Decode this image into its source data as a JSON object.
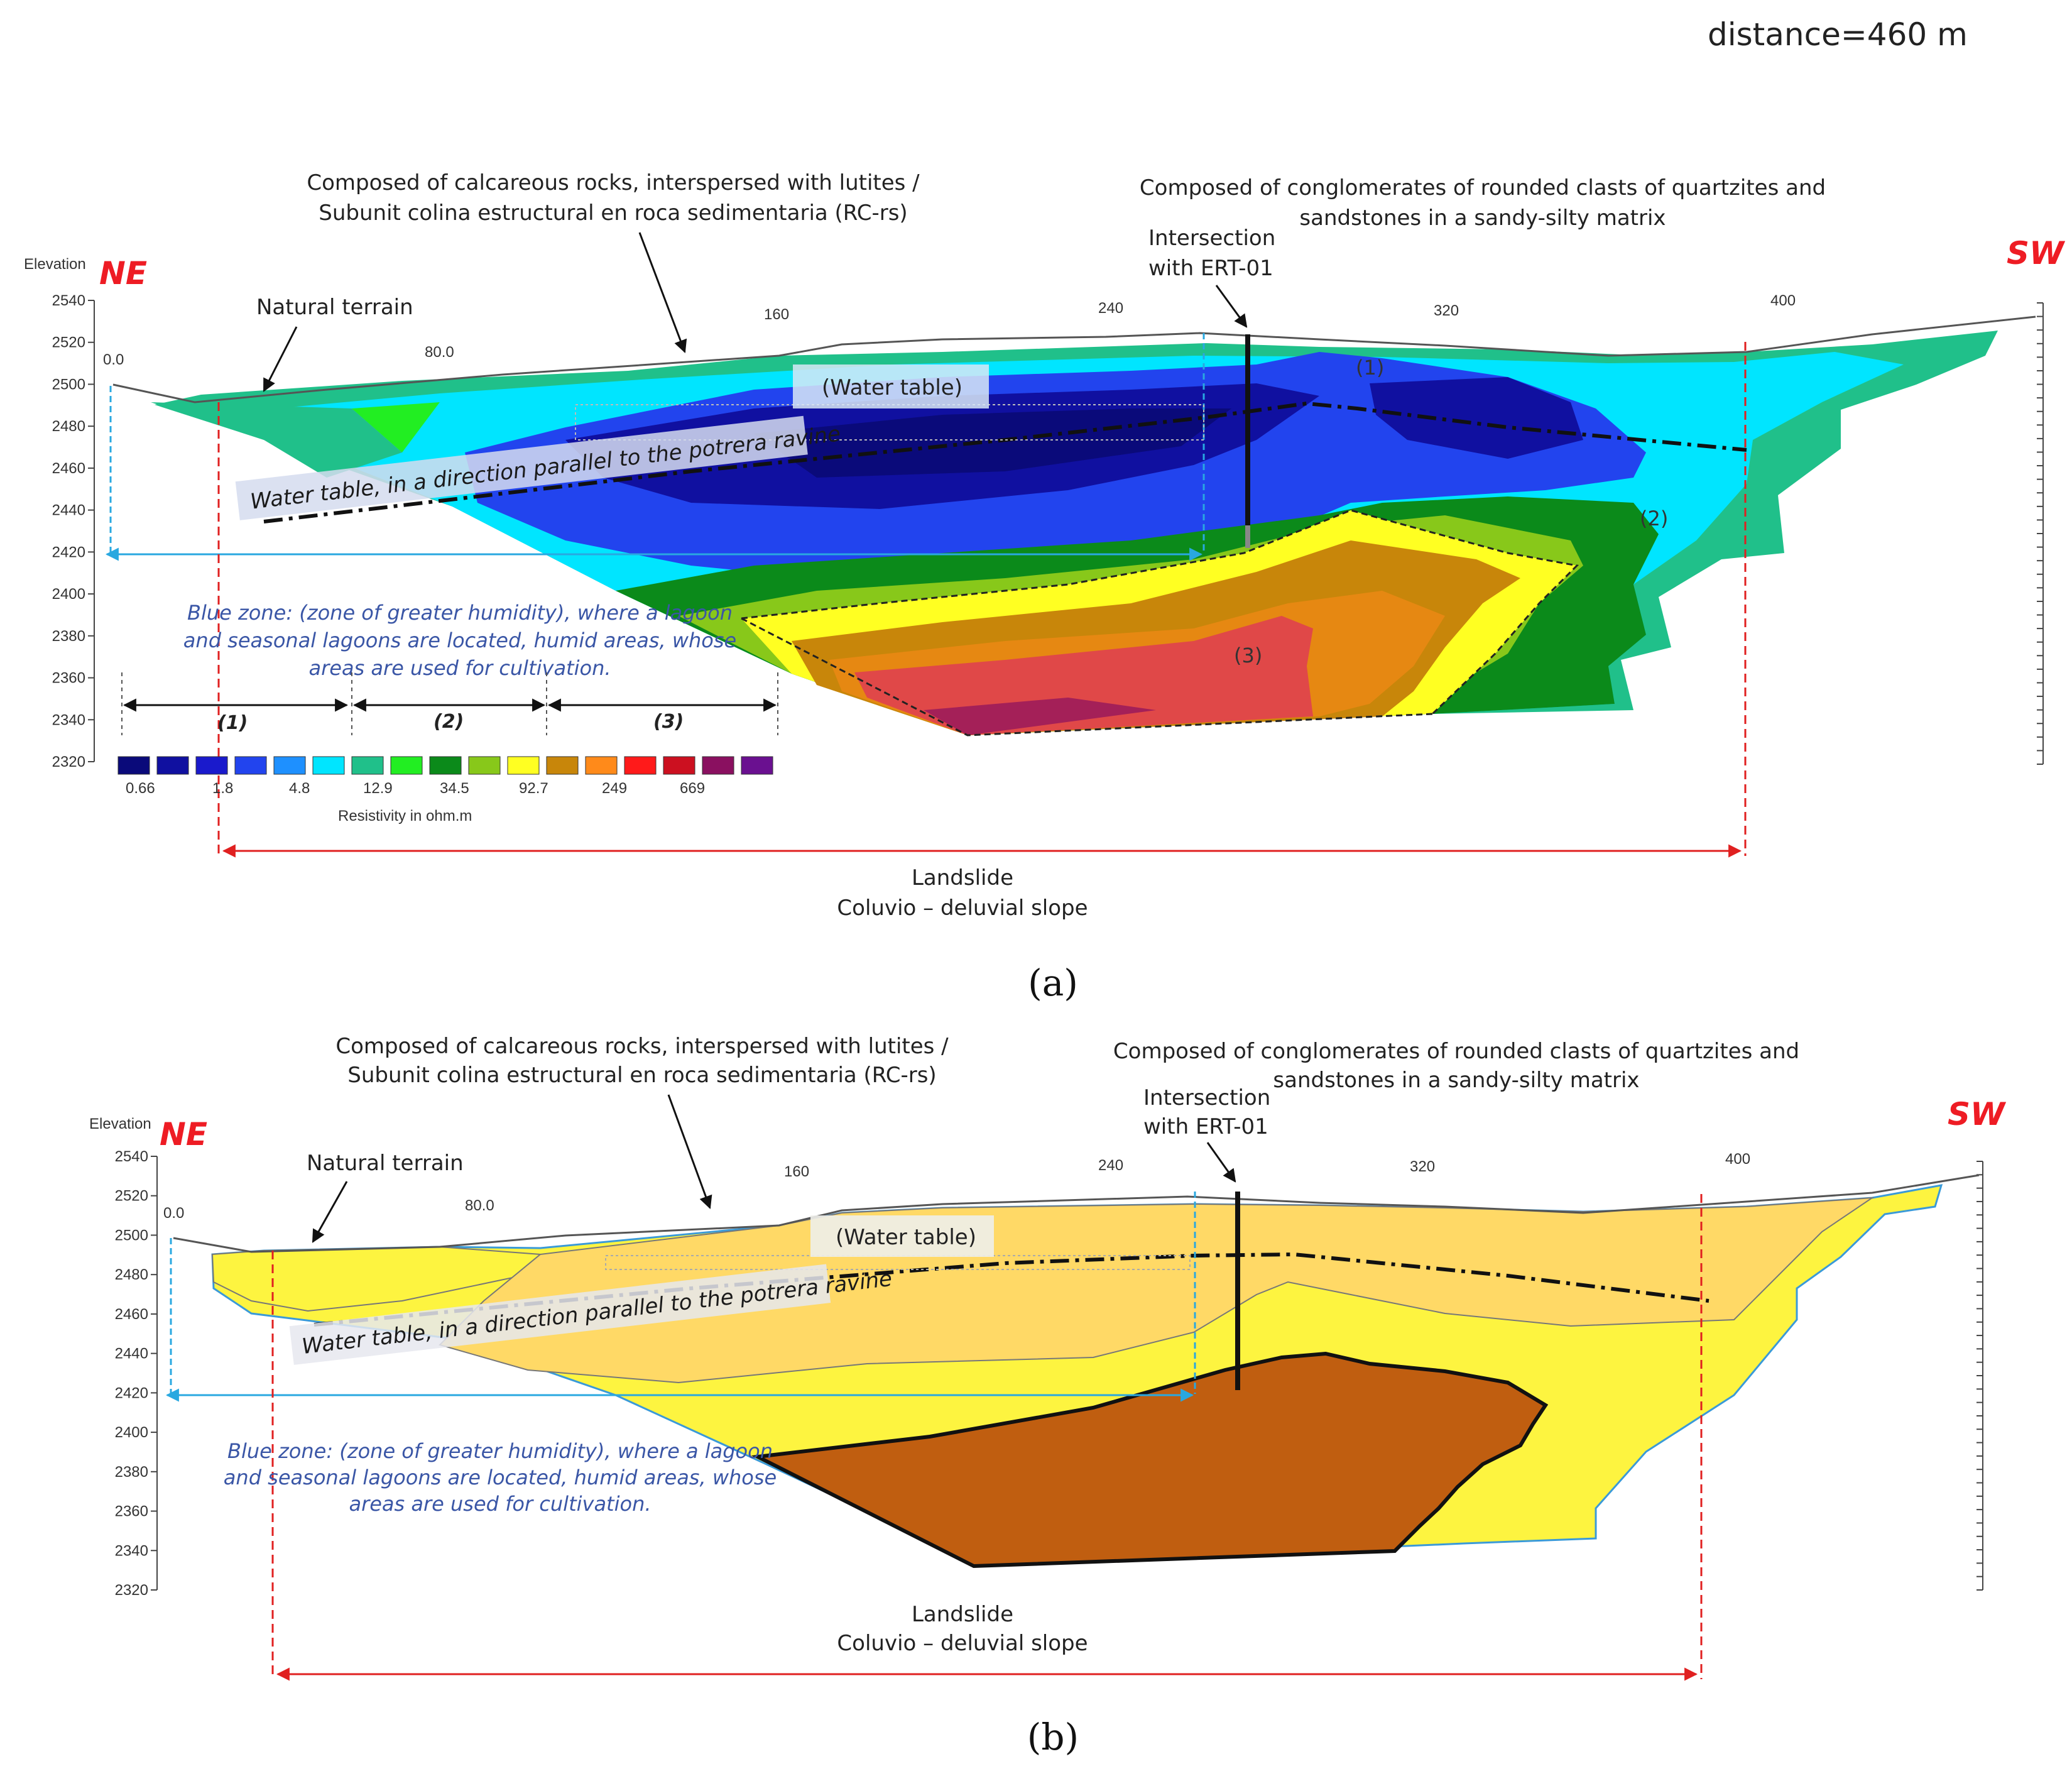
{
  "distance_label": "distance=460 m",
  "scale_colors": [
    "#0a0a7a",
    "#1010a0",
    "#1a1acc",
    "#2244ee",
    "#1e90ff",
    "#00e5ff",
    "#20c08a",
    "#22ee22",
    "#0b8a1a",
    "#88c81a",
    "#ffff22",
    "#c8860a",
    "#ff8a1a",
    "#ff1a1a",
    "#cc1020",
    "#8a1060",
    "#6a1090"
  ],
  "panels": [
    {
      "id": "a",
      "caption": "(a)",
      "direction_left": "NE",
      "direction_right": "SW",
      "elevation_title": "Elevation",
      "elevation_ticks": [
        "2540",
        "2520",
        "2500",
        "2480",
        "2460",
        "2440",
        "2420",
        "2400",
        "2380",
        "2360",
        "2340",
        "2320"
      ],
      "distance_ticks": [
        "0.0",
        "80.0",
        "160",
        "240",
        "320",
        "400"
      ],
      "annotations": {
        "calcareous": [
          "Composed of calcareous rocks, interspersed with lutites /",
          "Subunit colina estructural en roca sedimentaria (RC-rs)"
        ],
        "conglomerates": [
          "Composed of conglomerates of rounded clasts of quartzites and",
          "sandstones in a sandy-silty matrix"
        ],
        "intersection": [
          "Intersection",
          "with ERT-01"
        ],
        "natural_terrain": "Natural terrain",
        "water_table_box": "(Water table)",
        "water_table_dir": "Water table, in a direction parallel to the potrera ravine",
        "blue_zone": [
          "Blue zone: (zone of greater humidity), where a lagoon",
          "and seasonal lagoons are located, humid areas, whose",
          "areas are used for cultivation."
        ],
        "landslide": [
          "Landslide",
          "Coluvio – deluvial slope"
        ],
        "zone_labels": [
          "(1)",
          "(2)",
          "(3)"
        ]
      },
      "segments": [
        "(1)",
        "(2)",
        "(3)"
      ],
      "legend": {
        "values": [
          "0.66",
          "1.8",
          "4.8",
          "12.9",
          "34.5",
          "92.7",
          "249",
          "669"
        ],
        "title": "Resistivity in ohm.m"
      }
    },
    {
      "id": "b",
      "caption": "(b)",
      "direction_left": "NE",
      "direction_right": "SW",
      "elevation_title": "Elevation",
      "elevation_ticks": [
        "2540",
        "2520",
        "2500",
        "2480",
        "2460",
        "2440",
        "2420",
        "2400",
        "2380",
        "2360",
        "2340",
        "2320"
      ],
      "distance_ticks": [
        "0.0",
        "80.0",
        "160",
        "240",
        "320",
        "400"
      ],
      "annotations": {
        "calcareous": [
          "Composed of calcareous rocks, interspersed with lutites /",
          "Subunit colina estructural en roca sedimentaria (RC-rs)"
        ],
        "conglomerates": [
          "Composed of conglomerates of rounded clasts of quartzites and",
          "sandstones in a sandy-silty matrix"
        ],
        "intersection": [
          "Intersection",
          "with ERT-01"
        ],
        "natural_terrain": "Natural terrain",
        "water_table_box": "(Water table)",
        "water_table_dir": "Water table, in a direction parallel to the potrera ravine",
        "blue_zone": [
          "Blue zone: (zone of greater humidity), where a lagoon",
          "and seasonal lagoons are located, humid areas, whose",
          "areas are used for cultivation."
        ],
        "landslide": [
          "Landslide",
          "Coluvio – deluvial slope"
        ]
      }
    }
  ]
}
